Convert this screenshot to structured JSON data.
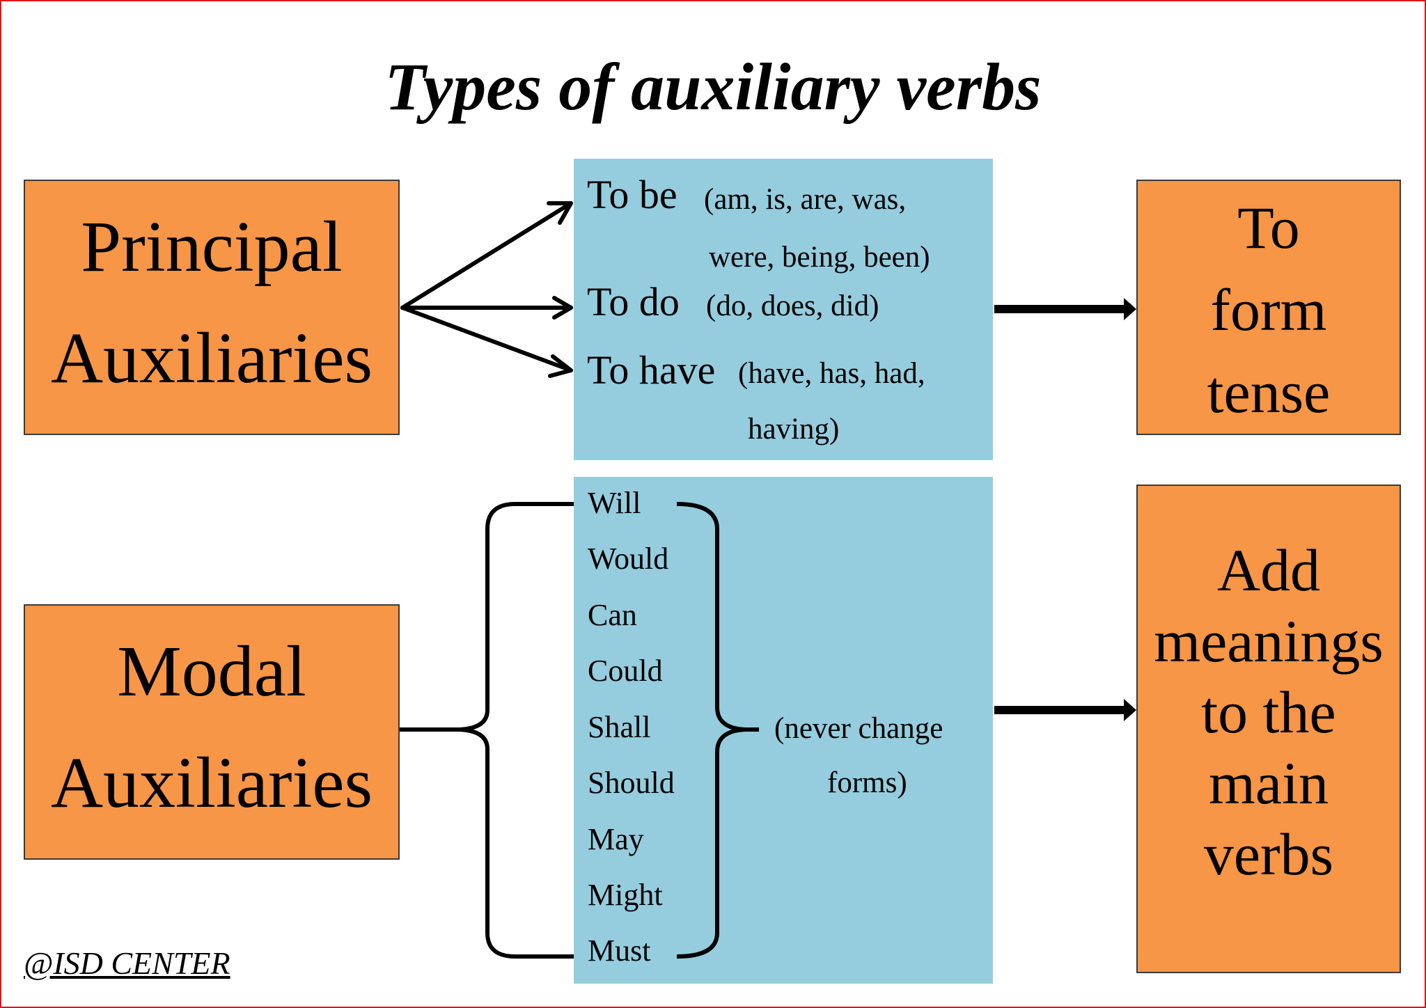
{
  "title": "Types of auxiliary verbs",
  "principal": {
    "line1": "Principal",
    "line2": "Auxiliaries"
  },
  "modal": {
    "line1": "Modal",
    "line2": "Auxiliaries"
  },
  "principal_forms": {
    "to_be": {
      "label": "To be",
      "forms_line1": "(am, is, are, was,",
      "forms_line2": "were, being, been)"
    },
    "to_do": {
      "label": "To do",
      "forms": "(do, does, did)"
    },
    "to_have": {
      "label": "To have",
      "forms_line1": "(have, has, had,",
      "forms_line2": "having)"
    }
  },
  "modal_verbs": [
    "Will",
    "Would",
    "Can",
    "Could",
    "Shall",
    "Should",
    "May",
    "Might",
    "Must"
  ],
  "modal_note": {
    "line1": "(never change",
    "line2": "forms)"
  },
  "purpose_tense": [
    "To",
    "form",
    "tense"
  ],
  "purpose_meaning": [
    "Add",
    "meanings",
    "to the",
    "main",
    "verbs"
  ],
  "watermark": "@ISD CENTER",
  "colors": {
    "orange": "#f79646",
    "blue": "#95cdde",
    "border": "#e0141b"
  }
}
